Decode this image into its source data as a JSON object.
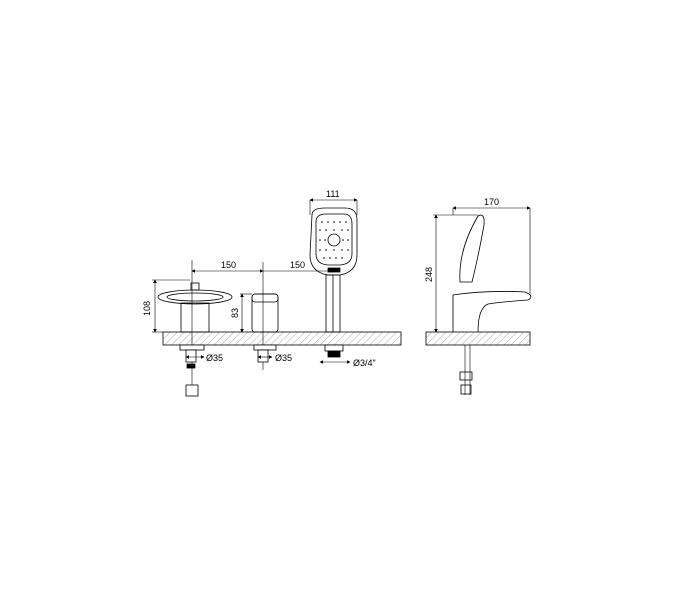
{
  "drawing": {
    "front_view": {
      "spacing_left": "150",
      "spacing_right": "150",
      "spout_height": "108",
      "handle_height": "83",
      "spout_diameter": "Ø35",
      "handle_diameter": "Ø35",
      "hand_shower_width": "111",
      "thread_size": "Ø3/4\""
    },
    "side_view": {
      "depth": "170",
      "total_height": "248"
    }
  },
  "colors": {
    "line": "#000000",
    "hatch": "#888888",
    "background": "#ffffff"
  }
}
